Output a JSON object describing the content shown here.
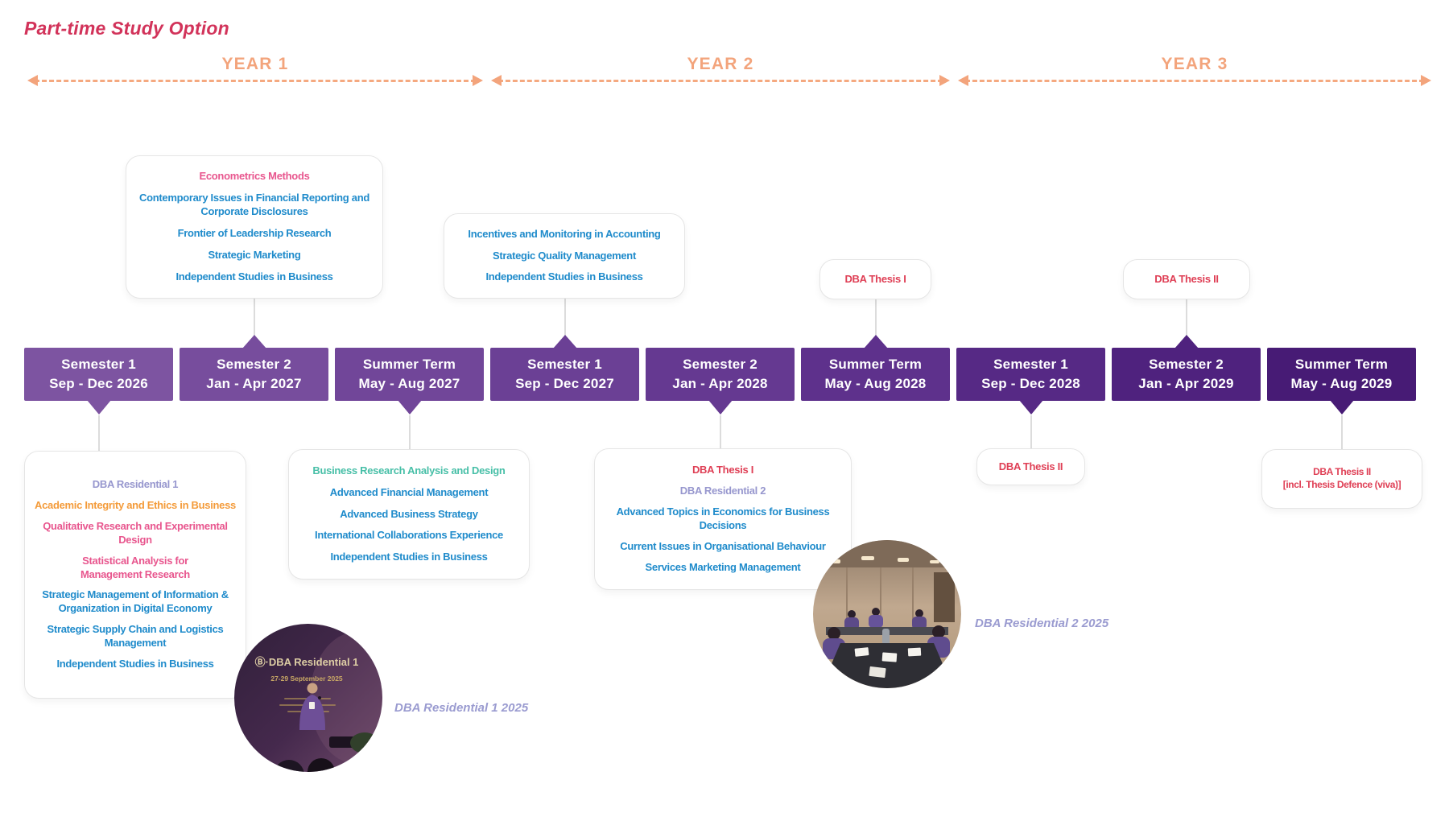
{
  "title": "Part-time Study Option",
  "years": [
    "YEAR 1",
    "YEAR 2",
    "YEAR 3"
  ],
  "semesters": [
    {
      "title": "Semester 1",
      "dates": "Sep - Dec 2026"
    },
    {
      "title": "Semester 2",
      "dates": "Jan - Apr 2027"
    },
    {
      "title": "Summer Term",
      "dates": "May - Aug 2027"
    },
    {
      "title": "Semester 1",
      "dates": "Sep - Dec 2027"
    },
    {
      "title": "Semester 2",
      "dates": "Jan - Apr 2028"
    },
    {
      "title": "Summer Term",
      "dates": "May - Aug 2028"
    },
    {
      "title": "Semester 1",
      "dates": "Sep - Dec 2028"
    },
    {
      "title": "Semester 2",
      "dates": "Jan - Apr 2029"
    },
    {
      "title": "Summer Term",
      "dates": "May - Aug 2029"
    }
  ],
  "callouts": {
    "year1_sem2_top": {
      "courses": [
        {
          "text": "Econometrics Methods",
          "color": "pink"
        },
        {
          "text": "Contemporary Issues in Financial Reporting and Corporate Disclosures",
          "color": "blue"
        },
        {
          "text": "Frontier of Leadership Research",
          "color": "blue"
        },
        {
          "text": "Strategic Marketing",
          "color": "blue"
        },
        {
          "text": "Independent Studies in Business",
          "color": "blue"
        }
      ]
    },
    "year2_sem1_top": {
      "courses": [
        {
          "text": "Incentives and Monitoring in Accounting",
          "color": "blue"
        },
        {
          "text": "Strategic Quality Management",
          "color": "blue"
        },
        {
          "text": "Independent Studies in Business",
          "color": "blue"
        }
      ]
    },
    "year2_summer_top": {
      "courses": [
        {
          "text": "DBA Thesis I",
          "color": "red"
        }
      ]
    },
    "year3_sem2_top": {
      "courses": [
        {
          "text": "DBA Thesis II",
          "color": "red"
        }
      ]
    },
    "year1_sem1_bottom": {
      "courses": [
        {
          "text": "DBA Residential 1",
          "color": "lavender"
        },
        {
          "text": "Academic Integrity and Ethics in Business",
          "color": "orange"
        },
        {
          "text": "Qualitative Research and Experimental Design",
          "color": "pink"
        },
        {
          "text": "Statistical Analysis for\nManagement Research",
          "color": "pink"
        },
        {
          "text": "Strategic Management of Information & Organization in Digital Economy",
          "color": "blue"
        },
        {
          "text": "Strategic Supply Chain and Logistics Management",
          "color": "blue"
        },
        {
          "text": "Independent Studies in Business",
          "color": "blue"
        }
      ]
    },
    "year1_summer_bottom": {
      "courses": [
        {
          "text": "Business Research Analysis and Design",
          "color": "teal"
        },
        {
          "text": "Advanced Financial Management",
          "color": "blue"
        },
        {
          "text": "Advanced Business Strategy",
          "color": "blue"
        },
        {
          "text": "International Collaborations Experience",
          "color": "blue"
        },
        {
          "text": "Independent Studies in Business",
          "color": "blue"
        }
      ]
    },
    "year2_sem2_bottom": {
      "courses": [
        {
          "text": "DBA Thesis I",
          "color": "red"
        },
        {
          "text": "DBA Residential 2",
          "color": "lavender"
        },
        {
          "text": "Advanced Topics in Economics for Business Decisions",
          "color": "blue"
        },
        {
          "text": "Current Issues in Organisational Behaviour",
          "color": "blue"
        },
        {
          "text": "Services Marketing Management",
          "color": "blue"
        }
      ]
    },
    "year3_sem1_bottom": {
      "courses": [
        {
          "text": "DBA Thesis II",
          "color": "red"
        }
      ]
    },
    "year3_summer_bottom": {
      "courses": [
        {
          "text": "DBA Thesis II\n[incl. Thesis Defence (viva)]",
          "color": "red"
        }
      ]
    }
  },
  "photos": [
    {
      "banner_title": "Ⓑ·DBA Residential 1",
      "banner_date": "27-29 September 2025",
      "caption": "DBA Residential 1 2025"
    },
    {
      "caption": "DBA Residential 2 2025"
    }
  ],
  "palette": {
    "title_red": "#d2335a",
    "year_orange": "#f3a47c",
    "course_blue": "#1f8bcb",
    "course_pink": "#e8568e",
    "course_orange": "#f49b3a",
    "course_lavender": "#9797ce",
    "course_teal": "#47bfa7",
    "thesis_red": "#df3f55",
    "connector_gray": "#dcdcdc",
    "semester_colors": [
      "#7d54a1",
      "#774d9d",
      "#714699",
      "#6b4095",
      "#653991",
      "#5e318c",
      "#562985",
      "#4f227e",
      "#471b75"
    ]
  }
}
